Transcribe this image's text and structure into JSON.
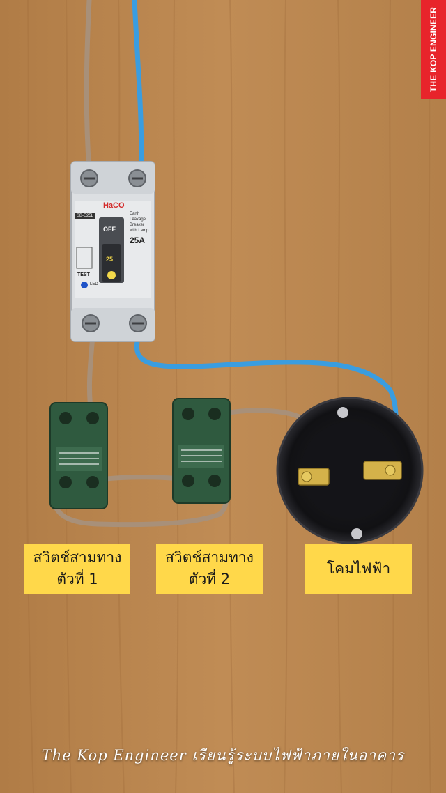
{
  "brand": {
    "tab_text": "THE KOP ENGINEER",
    "tab_color": "#e8242b"
  },
  "breaker": {
    "brand": "HaCO",
    "model": "SB-E25L",
    "description": "Earth\nLeakage\nBreaker\nwith Lamp",
    "rating": "25A",
    "switch_state": "OFF",
    "switch_number": "25",
    "test_label": "TEST",
    "led_label": "LED"
  },
  "labels": {
    "switch1": "สวิตช์สามทาง\nตัวที่ 1",
    "switch2": "สวิตช์สามทาง\nตัวที่ 2",
    "lamp": "โคมไฟฟ้า",
    "label_color": "#ffd84a"
  },
  "caption": "The Kop Engineer เรียนรู้ระบบไฟฟ้าภายในอาคาร",
  "colors": {
    "wood": "#b8854f",
    "blue_wire": "#3a9de0",
    "brown_wire": "#a89079",
    "switch_green": "#2f5a3f"
  }
}
